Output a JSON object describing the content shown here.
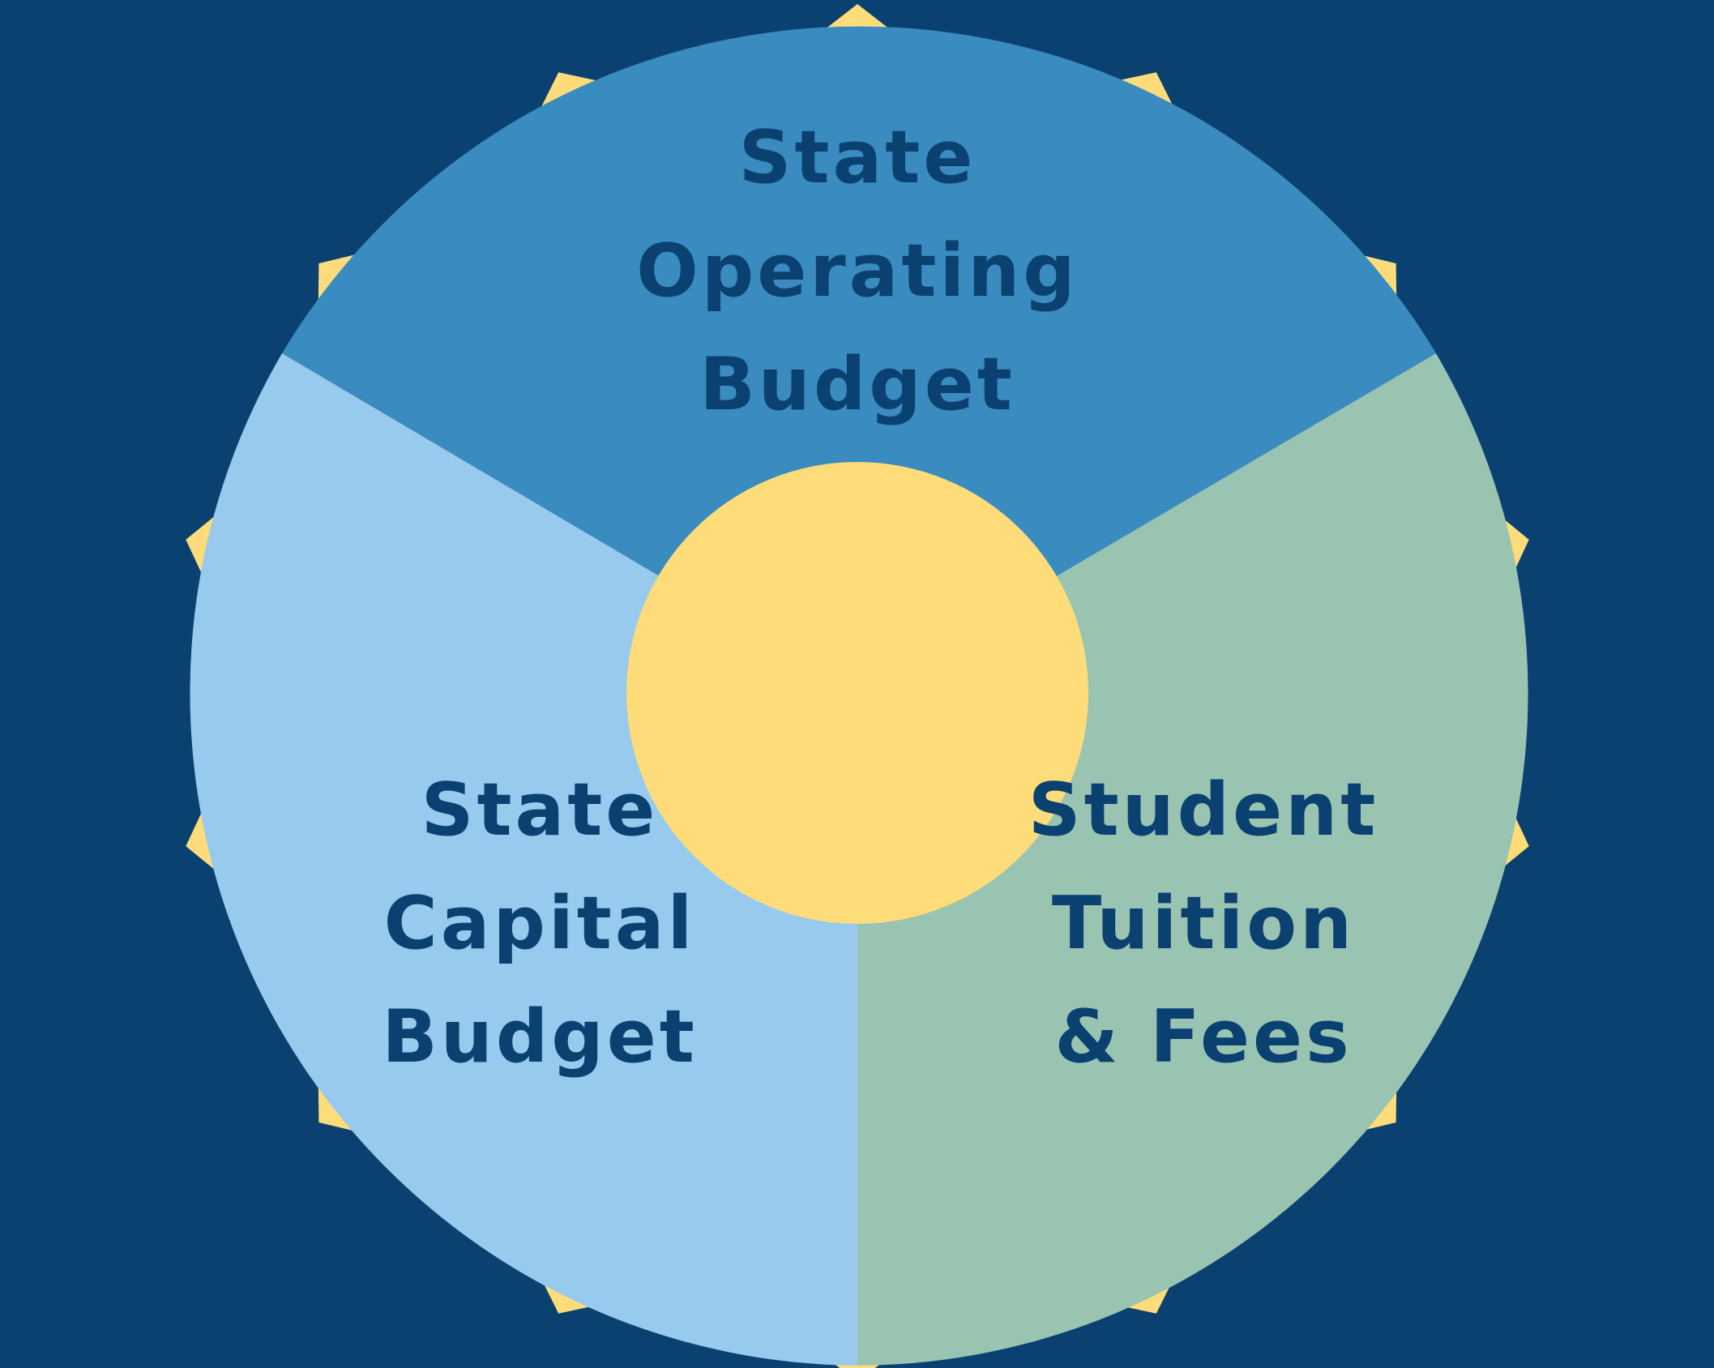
{
  "colors": {
    "background": "#0a4171",
    "sun_rays": "#fedc7a",
    "center_circle": "#fedc7a",
    "operating_segment": "#3a8bc0",
    "capital_segment": "#97caed",
    "tuition_segment": "#9ac4b2",
    "label_text": "#0a4171"
  },
  "segments": [
    {
      "key": "operating",
      "lines": [
        "State",
        "Operating",
        "Budget"
      ]
    },
    {
      "key": "capital",
      "lines": [
        "State",
        "Capital",
        "Budget"
      ]
    },
    {
      "key": "tuition",
      "lines": [
        "Student",
        "Tuition",
        "& Fees"
      ]
    }
  ]
}
